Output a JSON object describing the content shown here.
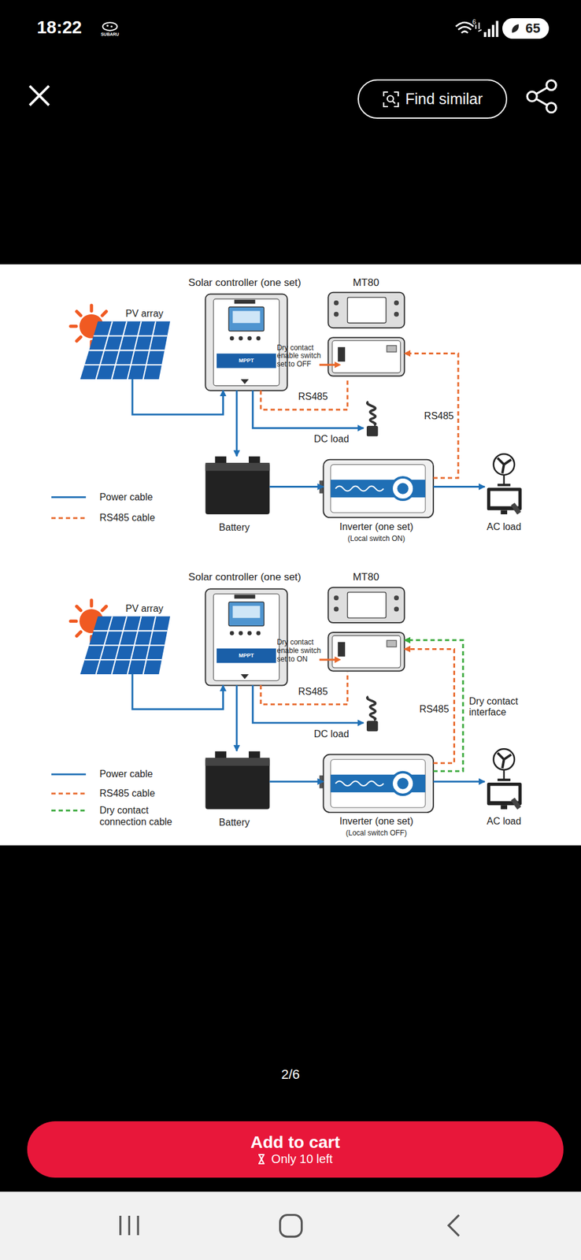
{
  "diagram": {
    "nodes": [
      {
        "text": [
          "65"
        ]
      },
      {
        "text": [
          "Find similar"
        ]
      },
      {
        "text": [
          "PV array"
        ]
      },
      {
        "text": [
          "Solar controller (one set)"
        ]
      },
      {
        "text": [
          "MT80"
        ]
      },
      {
        "text": [
          "DC load"
        ]
      },
      {
        "text": [
          "Battery"
        ]
      },
      {
        "text": [
          "Inverter (one set)",
          "(Local switch ON)"
        ]
      },
      {
        "text": [
          "AC load"
        ]
      },
      {
        "text": [
          "PV array"
        ]
      },
      {
        "text": [
          "Solar controller (one set)"
        ]
      },
      {
        "text": [
          "MT80"
        ]
      },
      {
        "text": [
          "DC load"
        ]
      },
      {
        "text": [
          "Battery"
        ]
      },
      {
        "text": [
          "Inverter (one set)",
          "(Local switch OFF)"
        ]
      },
      {
        "text": [
          "AC load"
        ]
      },
      {
        "text": [
          "Add to cart",
          "Only 10 left"
        ]
      }
    ],
    "edges": [
      {
        "from": 2,
        "to": 3,
        "arrow": "to"
      },
      {
        "from": 3,
        "to": 6,
        "arrow": "to"
      },
      {
        "from": 3,
        "to": 5,
        "arrow": "to"
      },
      {
        "from": 3,
        "to": 4,
        "label": "RS485",
        "arrow": "none"
      },
      {
        "from": 7,
        "to": 4,
        "label": "RS485",
        "arrow": "to"
      },
      {
        "from": 6,
        "to": 7,
        "arrow": "to"
      },
      {
        "from": 7,
        "to": 8,
        "arrow": "to"
      },
      {
        "from": 9,
        "to": 10,
        "arrow": "to"
      },
      {
        "from": 10,
        "to": 13,
        "arrow": "to"
      },
      {
        "from": 10,
        "to": 12,
        "arrow": "to"
      },
      {
        "from": 10,
        "to": 11,
        "label": "RS485",
        "arrow": "none"
      },
      {
        "from": 14,
        "to": 11,
        "label": "RS485",
        "arrow": "to"
      },
      {
        "from": 14,
        "to": 11,
        "label": "Dry contact interface",
        "arrow": "to"
      },
      {
        "from": 13,
        "to": 14,
        "arrow": "to"
      },
      {
        "from": 14,
        "to": 15,
        "arrow": "to"
      }
    ],
    "labels": [
      "18:22",
      "SUBARU",
      "6",
      "MPPT",
      "Dry contact enable switch set to OFF",
      "MPPT",
      "Dry contact enable switch set to ON",
      "2/6"
    ],
    "legend": [
      {
        "text": "Power cable"
      },
      {
        "text": "RS485 cable"
      },
      {
        "text": "Power cable"
      },
      {
        "text": "RS485 cable"
      },
      {
        "text": "Dry contact connection cable"
      }
    ]
  }
}
